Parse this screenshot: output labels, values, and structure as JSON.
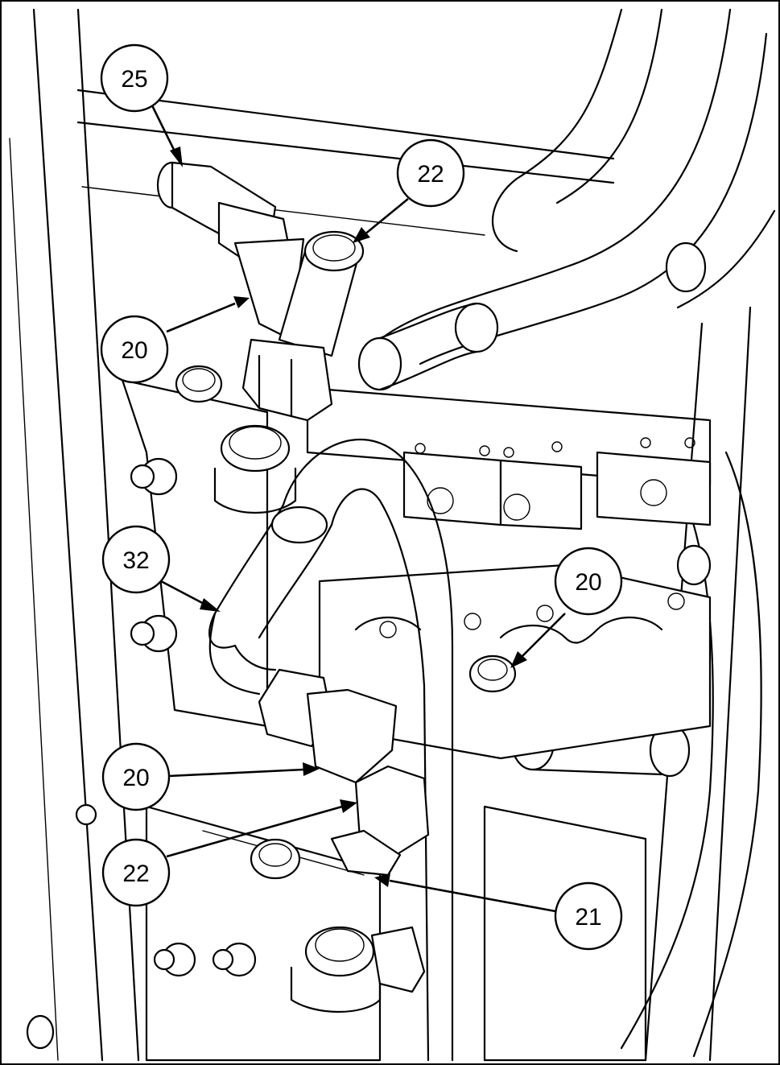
{
  "callouts": [
    {
      "id": "c1",
      "label": "25"
    },
    {
      "id": "c2",
      "label": "22"
    },
    {
      "id": "c3",
      "label": "20"
    },
    {
      "id": "c4",
      "label": "32"
    },
    {
      "id": "c5",
      "label": "20"
    },
    {
      "id": "c6",
      "label": "20"
    },
    {
      "id": "c7",
      "label": "22"
    },
    {
      "id": "c8",
      "label": "21"
    }
  ],
  "colors": {
    "line": "#000000",
    "background": "#ffffff"
  }
}
